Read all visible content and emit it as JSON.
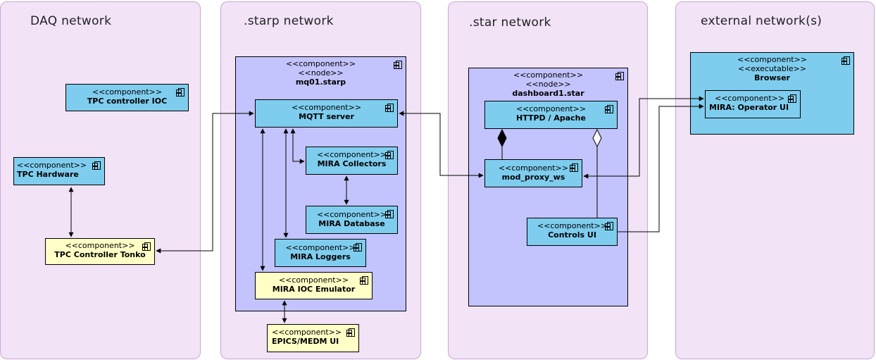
{
  "zones": {
    "daq": "DAQ network",
    "starp": ".starp network",
    "star": ".star network",
    "external": "external network(s)"
  },
  "stereotypes": {
    "component": "<<component>>",
    "node": "<<node>>",
    "executable": "<<executable>>"
  },
  "components": {
    "tpc_controller_ioc": "TPC controller IOC",
    "tpc_hardware": "TPC Hardware",
    "tpc_controller_tonko": "TPC Controller Tonko",
    "mq01_starp": "mq01.starp",
    "mqtt_server": "MQTT server",
    "mira_collectors": "MIRA Collectors",
    "mira_database": "MIRA Database",
    "mira_loggers": "MIRA Loggers",
    "mira_ioc_emulator": "MIRA IOC Emulator",
    "epics_medm_ui": "EPICS/MEDM UI",
    "dashboard1_star": "dashboard1.star",
    "httpd_apache": "HTTPD / Apache",
    "mod_proxy_ws": "mod_proxy_ws",
    "controls_ui": "Controls UI",
    "browser": "Browser",
    "mira_operator_ui": "MIRA: Operator UI"
  },
  "colors": {
    "zone_fill": "#f2e3f7",
    "component_blue": "#7fcdee",
    "component_yellow": "#ffffc6",
    "node_fill": "#c3c3fd"
  }
}
